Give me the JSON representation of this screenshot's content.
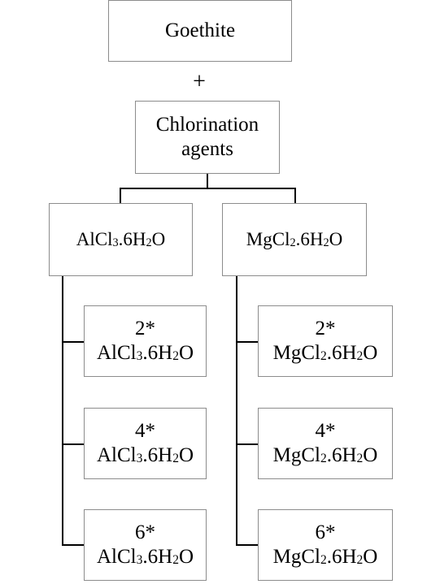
{
  "top": {
    "mineral": "Goethite",
    "plus": "+"
  },
  "agent_box": {
    "line1": "Chlorination",
    "line2": "agents"
  },
  "branches": [
    {
      "label_parts": [
        "AlCl",
        "3",
        ".6H",
        "2",
        "O"
      ],
      "children": [
        {
          "multiplier": "2*",
          "formula_parts": [
            "AlCl",
            "3",
            ".6H",
            "2",
            "O"
          ]
        },
        {
          "multiplier": "4*",
          "formula_parts": [
            "AlCl",
            "3",
            ".6H",
            "2",
            "O"
          ]
        },
        {
          "multiplier": "6*",
          "formula_parts": [
            "AlCl",
            "3",
            ".6H",
            "2",
            "O"
          ]
        }
      ]
    },
    {
      "label_parts": [
        "MgCl",
        "2",
        ".6H",
        "2",
        "O"
      ],
      "children": [
        {
          "multiplier": "2*",
          "formula_parts": [
            "MgCl",
            "2",
            ".6H",
            "2",
            "O"
          ]
        },
        {
          "multiplier": "4*",
          "formula_parts": [
            "MgCl",
            "2",
            ".6H",
            "2",
            "O"
          ]
        },
        {
          "multiplier": "6*",
          "formula_parts": [
            "MgCl",
            "2",
            ".6H",
            "2",
            "O"
          ]
        }
      ]
    }
  ]
}
